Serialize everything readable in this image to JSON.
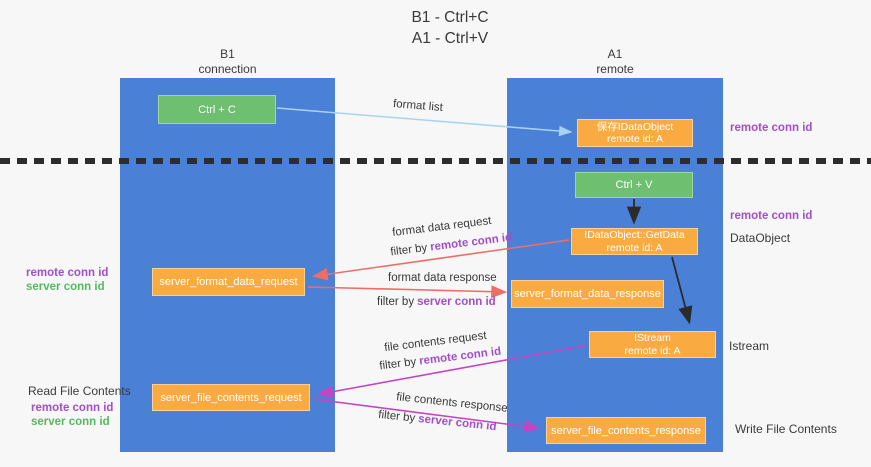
{
  "title": {
    "line1": "B1 - Ctrl+C",
    "line2": "A1 - Ctrl+V"
  },
  "lanes": {
    "b1": {
      "name": "B1",
      "subtitle": "connection"
    },
    "a1": {
      "name": "A1",
      "subtitle": "remote"
    }
  },
  "nodes": {
    "ctrl_c": {
      "label": "Ctrl + C"
    },
    "ctrl_v": {
      "label": "Ctrl + V"
    },
    "save_idataobject": {
      "line1": "保存IDataObject",
      "line2": "remote id: A"
    },
    "getdata": {
      "line1": "IDataObject::GetData",
      "line2": "remote id: A"
    },
    "istream": {
      "line1": "IStream",
      "line2": "remote id: A"
    },
    "format_request": {
      "label": "server_format_data_request"
    },
    "format_response": {
      "label": "server_format_data_response"
    },
    "file_request": {
      "label": "server_file_contents_request"
    },
    "file_response": {
      "label": "server_file_contents_response"
    }
  },
  "edge_labels": {
    "format_list": "format list",
    "format_data_request": "format data request",
    "format_data_response": "format data response",
    "file_contents_request": "file contents request",
    "file_contents_response": "file contents response",
    "filter_by": "filter by",
    "remote_conn_id": "remote conn id",
    "server_conn_id": "server conn id"
  },
  "annotations": {
    "right_top_remote_conn_id": "remote conn id",
    "right_mid_remote_conn_id": "remote conn id",
    "right_dataobject": "DataObject",
    "right_istream": "Istream",
    "right_write_file_contents": "Write File Contents",
    "left_top_remote_conn_id": "remote conn id",
    "left_top_server_conn_id": "server conn id",
    "left_read_file_contents": "Read File Contents",
    "left_bottom_remote_conn_id": "remote conn id",
    "left_bottom_server_conn_id": "server conn id"
  },
  "colors": {
    "bg": "#f7f7f8",
    "lane_blue": "#4a80d5",
    "green_box": "#6fbf70",
    "orange_box": "#f9ab42",
    "text_dark": "#3a3a3a",
    "purple_text": "#a24fc6",
    "green_text": "#56b860",
    "arrow_lightblue": "#a9d3f2",
    "arrow_black": "#2b2b2b",
    "arrow_salmon": "#ee6e66",
    "arrow_magenta": "#c444c4",
    "dash_color": "#2d2d2d"
  }
}
